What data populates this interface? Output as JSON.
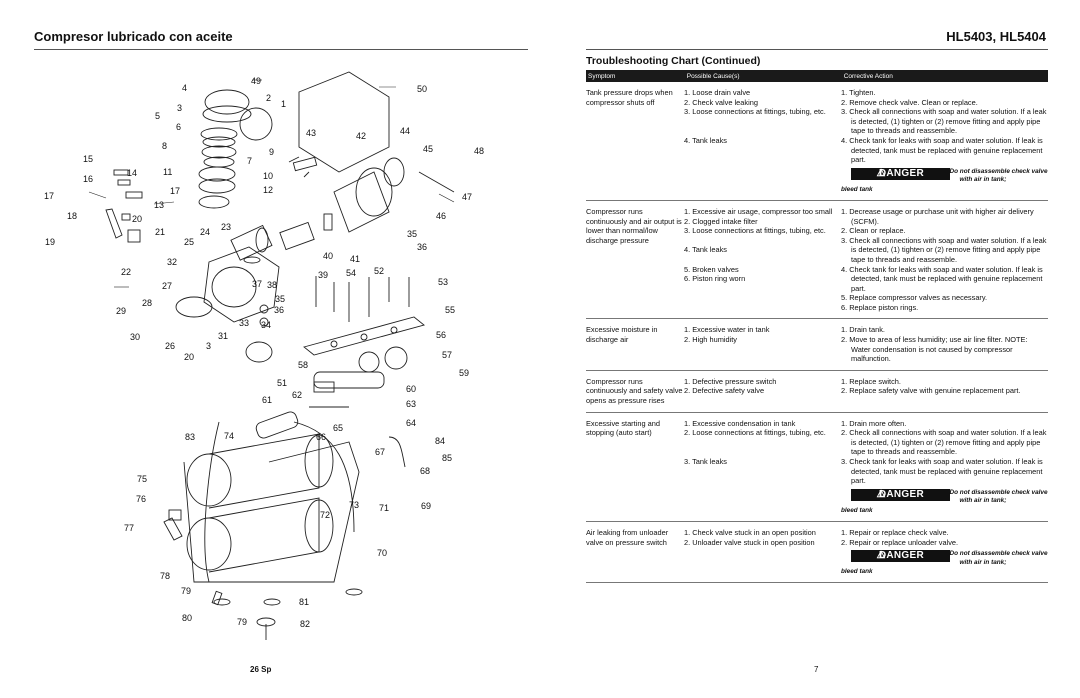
{
  "header": {
    "left_title": "Compresor lubricado con aceite",
    "right_title": "HL5403, HL5404"
  },
  "section_title": "Troubleshooting Chart (Continued)",
  "table": {
    "headers": [
      "Symptom",
      "Possible Cause(s)",
      "Corrective Action"
    ],
    "danger_label": "DANGER",
    "danger_text": "Do not disassemble check valve with air in tank;",
    "danger_tail": "bleed tank",
    "rows": [
      {
        "symptom": "Tank pressure drops when compressor shuts off",
        "causes": [
          "1. Loose drain valve",
          "2. Check valve leaking",
          "3. Loose connections at fittings, tubing, etc.",
          "",
          "",
          "4. Tank leaks"
        ],
        "actions": [
          "1. Tighten.",
          "2. Remove check valve. Clean or replace.",
          "3. Check all connections with soap and water solution. If a leak is detected, (1) tighten or (2) remove fitting and apply pipe tape to threads and reassemble.",
          "4. Check tank for leaks with soap and water solution. If leak is detected, tank must be replaced with genuine replacement part."
        ],
        "danger": true
      },
      {
        "symptom": "Compressor runs continuously and air output is lower than normal/low discharge pressure",
        "causes": [
          "1. Excessive air usage, compressor too small",
          "2. Clogged intake filter",
          "3. Loose connections at fittings, tubing, etc.",
          "",
          "4. Tank leaks",
          "",
          "5. Broken valves",
          "6. Piston ring worn"
        ],
        "actions": [
          "1. Decrease usage or purchase unit with higher air delivery (SCFM).",
          "2. Clean or replace.",
          "3. Check all connections with soap and water solution. If a leak is detected, (1) tighten or (2) remove fitting and apply pipe tape to threads and reassemble.",
          "4. Check tank for leaks with soap and water solution. If leak is detected, tank must be replaced with genuine replacement part.",
          "5. Replace compressor valves as necessary.",
          "6. Replace piston rings."
        ],
        "danger": false
      },
      {
        "symptom": "Excessive moisture in discharge air",
        "causes": [
          "1. Excessive water in tank",
          "2. High humidity"
        ],
        "actions": [
          "1. Drain tank.",
          "2. Move to area of less humidity; use air line filter. NOTE: Water condensation is not caused by compressor malfunction."
        ],
        "danger": false
      },
      {
        "symptom": "Compressor runs continuously and safety valve opens as pressure rises",
        "causes": [
          "1. Defective pressure switch",
          "2. Defective safety valve"
        ],
        "actions": [
          "1. Replace switch.",
          "2. Replace safety valve with genuine replacement part."
        ],
        "danger": false
      },
      {
        "symptom": "Excessive starting and stopping (auto start)",
        "causes": [
          "1. Excessive condensation in tank",
          "2. Loose connections at fittings, tubing, etc.",
          "",
          "",
          "3. Tank leaks"
        ],
        "actions": [
          "1. Drain more often.",
          "2. Check all connections with soap and water solution. If a leak is detected, (1) tighten or (2) remove fitting and apply pipe tape to threads and reassemble.",
          "3. Check tank for leaks with soap and water solution. If leak is detected, tank must be replaced with genuine replacement part."
        ],
        "danger": true
      },
      {
        "symptom": "Air leaking from unloader valve on pressure switch",
        "causes": [
          "1. Check valve stuck in an open position",
          "2. Unloader valve stuck in open position"
        ],
        "actions": [
          "1. Repair or replace check valve.",
          "2. Repair or replace unloader valve."
        ],
        "danger": true
      }
    ]
  },
  "diagram": {
    "callouts": [
      "1",
      "2",
      "3",
      "4",
      "5",
      "6",
      "7",
      "8",
      "9",
      "10",
      "11",
      "12",
      "13",
      "14",
      "15",
      "16",
      "17",
      "18",
      "19",
      "20",
      "21",
      "22",
      "23",
      "24",
      "25",
      "26",
      "27",
      "28",
      "29",
      "30",
      "31",
      "32",
      "33",
      "34",
      "35",
      "36",
      "37",
      "38",
      "39",
      "40",
      "41",
      "42",
      "43",
      "44",
      "45",
      "46",
      "47",
      "48",
      "49",
      "50",
      "51",
      "52",
      "53",
      "54",
      "55",
      "56",
      "57",
      "58",
      "59",
      "60",
      "61",
      "62",
      "63",
      "64",
      "65",
      "66",
      "67",
      "68",
      "69",
      "70",
      "71",
      "72",
      "73",
      "74",
      "75",
      "76",
      "77",
      "78",
      "79",
      "80",
      "81",
      "82",
      "83",
      "84",
      "85"
    ]
  },
  "footer": {
    "left_page": "26 Sp",
    "right_page": "7"
  }
}
